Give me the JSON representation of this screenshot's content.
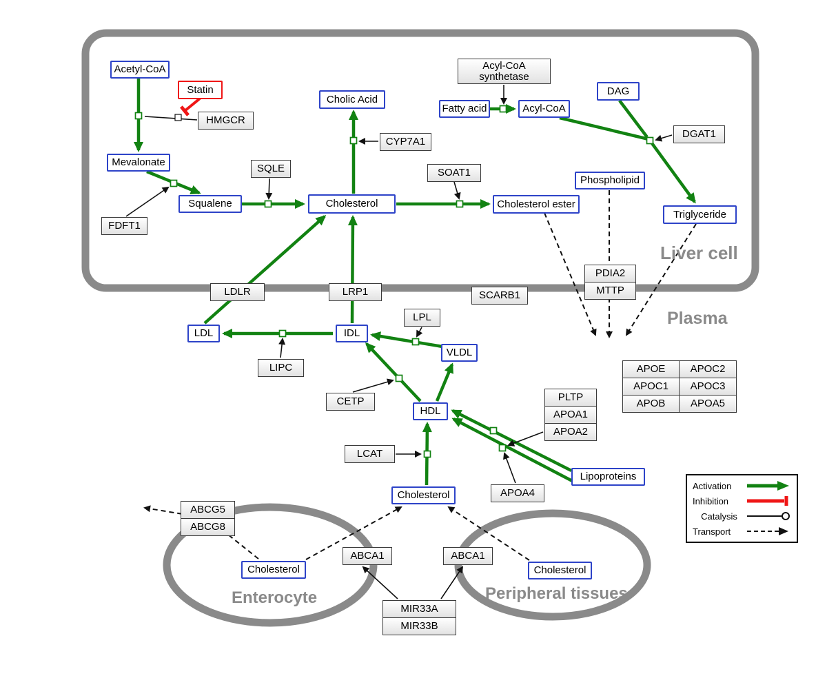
{
  "compartments": {
    "liver": "Liver cell",
    "plasma": "Plasma",
    "enterocyte": "Enterocyte",
    "peripheral": "Peripheral tissues"
  },
  "nodes": {
    "acetyl_coa_start": "Acetyl-CoA",
    "statin": "Statin",
    "hmgcr": "HMGCR",
    "mevalonate": "Mevalonate",
    "fdft1": "FDFT1",
    "squalene": "Squalene",
    "sqle": "SQLE",
    "cholic_acid": "Cholic Acid",
    "cyp7a1": "CYP7A1",
    "cholesterol_liver": "Cholesterol",
    "soat1": "SOAT1",
    "cholesterol_ester": "Cholesterol ester",
    "acyl_coa_synthetase_line1": "Acyl-CoA",
    "acyl_coa_synthetase_line2": "synthetase",
    "fatty_acid": "Fatty acid",
    "acyl_coa": "Acyl-CoA",
    "dag": "DAG",
    "dgat1": "DGAT1",
    "phospholipid": "Phospholipid",
    "triglyceride": "Triglyceride",
    "ldlr": "LDLR",
    "lrp1": "LRP1",
    "scarb1": "SCARB1",
    "pdia2": "PDIA2",
    "mttp": "MTTP",
    "ldl": "LDL",
    "idl": "IDL",
    "lipc": "LIPC",
    "lpl": "LPL",
    "vldl": "VLDL",
    "cetp": "CETP",
    "hdl": "HDL",
    "pltp": "PLTP",
    "apoa1": "APOA1",
    "apoa2": "APOA2",
    "lcat": "LCAT",
    "apoa4": "APOA4",
    "lipoproteins": "Lipoproteins",
    "apoe": "APOE",
    "apoc2": "APOC2",
    "apoc1": "APOC1",
    "apoc3": "APOC3",
    "apob": "APOB",
    "apoa5": "APOA5",
    "cholesterol_plasma": "Cholesterol",
    "abcg5": "ABCG5",
    "abcg8": "ABCG8",
    "cholesterol_enterocyte": "Cholesterol",
    "abca1_enterocyte": "ABCA1",
    "abca1_peripheral": "ABCA1",
    "cholesterol_peripheral": "Cholesterol",
    "mir33a": "MIR33A",
    "mir33b": "MIR33B"
  },
  "legend": {
    "activation": "Activation",
    "inhibition": "Inhibition",
    "catalysis": "Catalysis",
    "transport": "Transport"
  },
  "colors": {
    "activation_green": "#128212",
    "inhibition_red": "#ef1616",
    "species_blue": "#2d43c8",
    "compartment_gray": "#8a8a8a"
  }
}
